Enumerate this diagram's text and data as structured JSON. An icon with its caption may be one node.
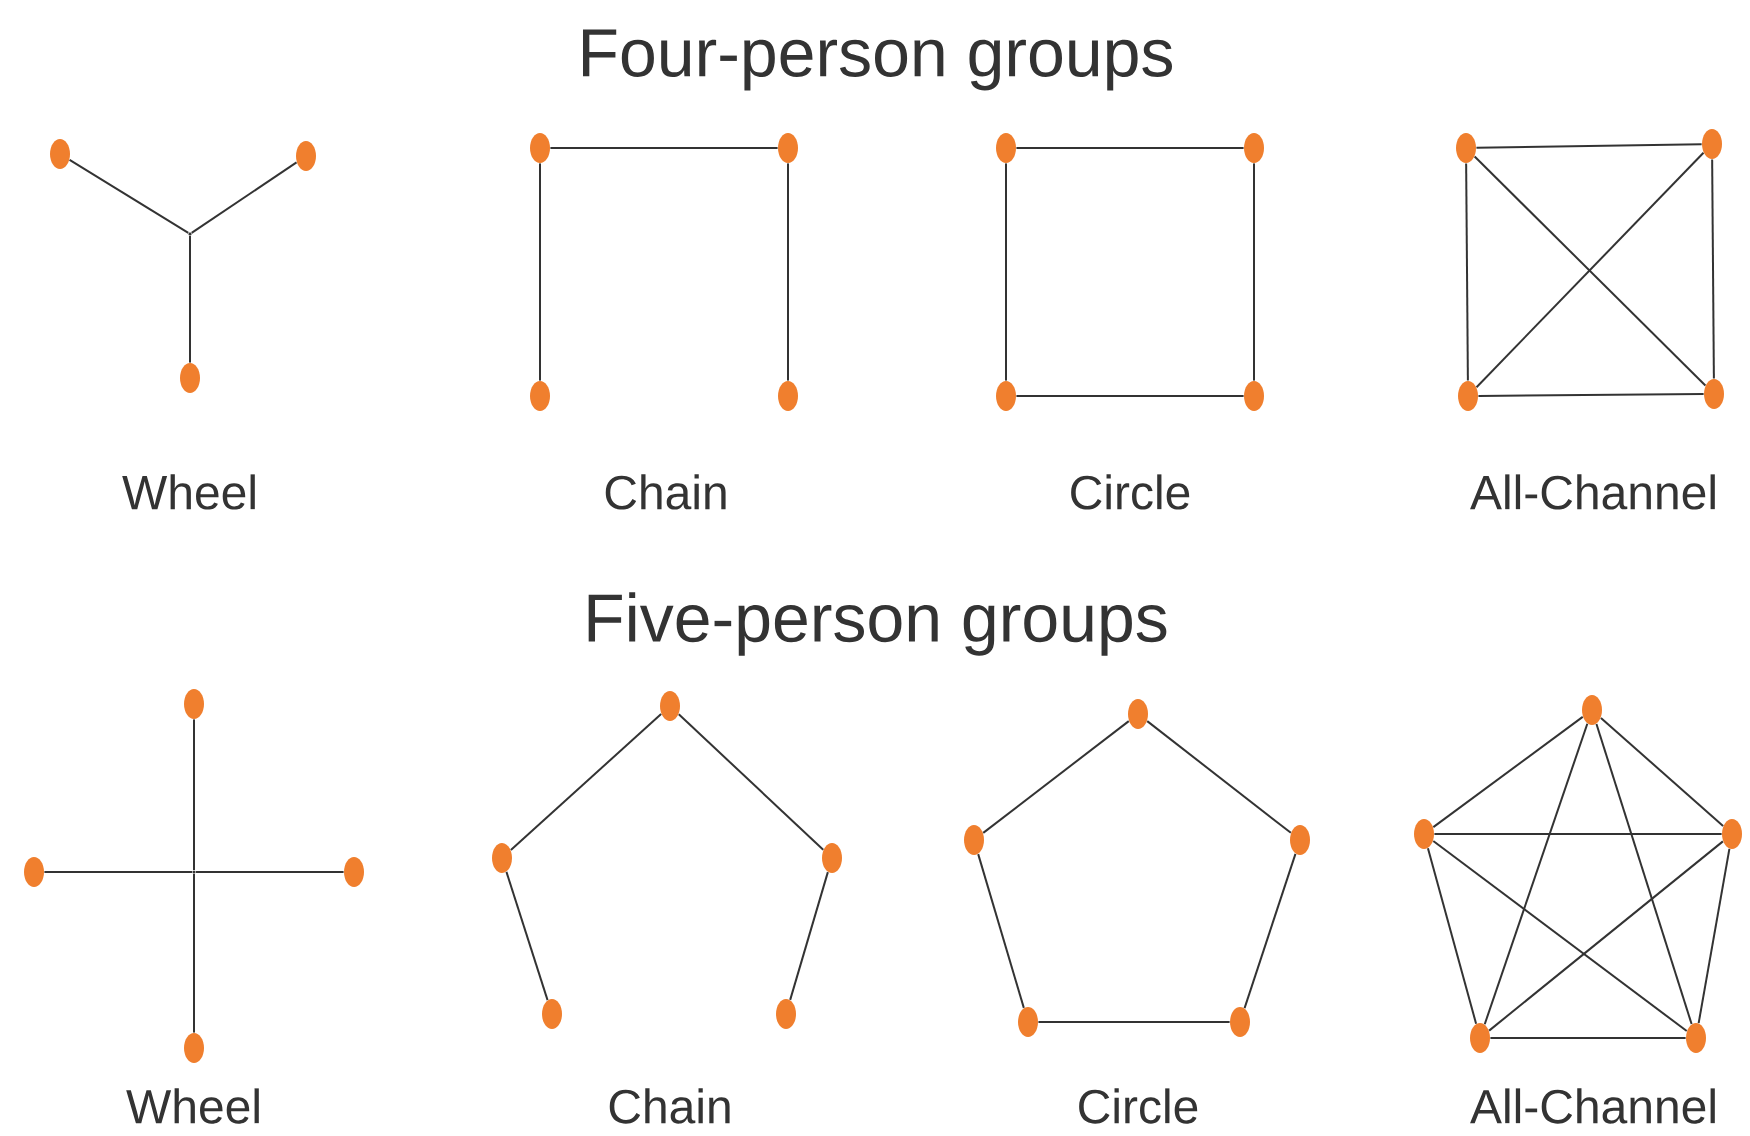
{
  "diagram": {
    "nodes": [
      {
        "text": [],
        "shape": "circle"
      },
      {
        "text": [],
        "shape": "circle"
      },
      {
        "text": [],
        "shape": "point"
      },
      {
        "text": [],
        "shape": "circle"
      },
      {
        "text": [],
        "shape": "circle"
      },
      {
        "text": [],
        "shape": "circle"
      },
      {
        "text": [],
        "shape": "circle"
      },
      {
        "text": [],
        "shape": "circle"
      },
      {
        "text": [],
        "shape": "circle"
      },
      {
        "text": [],
        "shape": "circle"
      },
      {
        "text": [],
        "shape": "circle"
      },
      {
        "text": [],
        "shape": "circle"
      },
      {
        "text": [],
        "shape": "circle"
      },
      {
        "text": [],
        "shape": "circle"
      },
      {
        "text": [],
        "shape": "circle"
      },
      {
        "text": [],
        "shape": "circle"
      },
      {
        "text": [],
        "shape": "circle"
      },
      {
        "text": [],
        "shape": "circle"
      },
      {
        "text": [],
        "shape": "point"
      },
      {
        "text": [],
        "shape": "circle"
      },
      {
        "text": [],
        "shape": "circle"
      },
      {
        "text": [],
        "shape": "circle"
      },
      {
        "text": [],
        "shape": "circle"
      },
      {
        "text": [],
        "shape": "circle"
      },
      {
        "text": [],
        "shape": "circle"
      },
      {
        "text": [],
        "shape": "circle"
      },
      {
        "text": [],
        "shape": "circle"
      },
      {
        "text": [],
        "shape": "circle"
      },
      {
        "text": [],
        "shape": "circle"
      },
      {
        "text": [],
        "shape": "circle"
      },
      {
        "text": [],
        "shape": "circle"
      },
      {
        "text": [],
        "shape": "circle"
      },
      {
        "text": [],
        "shape": "circle"
      },
      {
        "text": [],
        "shape": "circle"
      },
      {
        "text": [],
        "shape": "circle"
      },
      {
        "text": [],
        "shape": "circle"
      }
    ],
    "edges": [
      {
        "from": 0,
        "to": 2,
        "arrow": "none"
      },
      {
        "from": 1,
        "to": 2,
        "arrow": "none"
      },
      {
        "from": 3,
        "to": 2,
        "arrow": "none"
      },
      {
        "from": 4,
        "to": 5,
        "arrow": "none"
      },
      {
        "from": 4,
        "to": 6,
        "arrow": "none"
      },
      {
        "from": 5,
        "to": 7,
        "arrow": "none"
      },
      {
        "from": 8,
        "to": 9,
        "arrow": "none"
      },
      {
        "from": 9,
        "to": 11,
        "arrow": "none"
      },
      {
        "from": 11,
        "to": 10,
        "arrow": "none"
      },
      {
        "from": 10,
        "to": 8,
        "arrow": "none"
      },
      {
        "from": 12,
        "to": 13,
        "arrow": "none"
      },
      {
        "from": 12,
        "to": 14,
        "arrow": "none"
      },
      {
        "from": 12,
        "to": 15,
        "arrow": "none"
      },
      {
        "from": 13,
        "to": 14,
        "arrow": "none"
      },
      {
        "from": 13,
        "to": 15,
        "arrow": "none"
      },
      {
        "from": 14,
        "to": 15,
        "arrow": "none"
      },
      {
        "from": 16,
        "to": 18,
        "arrow": "none"
      },
      {
        "from": 17,
        "to": 18,
        "arrow": "none"
      },
      {
        "from": 19,
        "to": 18,
        "arrow": "none"
      },
      {
        "from": 20,
        "to": 18,
        "arrow": "none"
      },
      {
        "from": 22,
        "to": 21,
        "arrow": "none"
      },
      {
        "from": 21,
        "to": 23,
        "arrow": "none"
      },
      {
        "from": 22,
        "to": 24,
        "arrow": "none"
      },
      {
        "from": 23,
        "to": 25,
        "arrow": "none"
      },
      {
        "from": 26,
        "to": 27,
        "arrow": "none"
      },
      {
        "from": 26,
        "to": 28,
        "arrow": "none"
      },
      {
        "from": 27,
        "to": 29,
        "arrow": "none"
      },
      {
        "from": 28,
        "to": 30,
        "arrow": "none"
      },
      {
        "from": 29,
        "to": 30,
        "arrow": "none"
      },
      {
        "from": 31,
        "to": 32,
        "arrow": "none"
      },
      {
        "from": 31,
        "to": 33,
        "arrow": "none"
      },
      {
        "from": 31,
        "to": 34,
        "arrow": "none"
      },
      {
        "from": 31,
        "to": 35,
        "arrow": "none"
      },
      {
        "from": 32,
        "to": 33,
        "arrow": "none"
      },
      {
        "from": 32,
        "to": 34,
        "arrow": "none"
      },
      {
        "from": 32,
        "to": 35,
        "arrow": "none"
      },
      {
        "from": 33,
        "to": 34,
        "arrow": "none"
      },
      {
        "from": 33,
        "to": 35,
        "arrow": "none"
      },
      {
        "from": 34,
        "to": 35,
        "arrow": "none"
      }
    ],
    "labels": [
      "Four-person groups",
      "Wheel",
      "Chain",
      "Circle",
      "All-Channel",
      "Five-person groups",
      "Wheel",
      "Chain",
      "Circle",
      "All-Channel"
    ]
  }
}
